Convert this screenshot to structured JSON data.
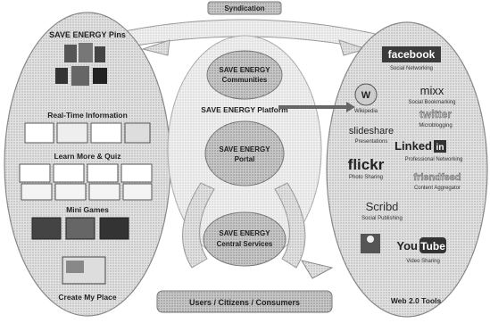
{
  "top_arc_label": "Syndication",
  "left_panel": {
    "pins_title": "SAVE ENERGY Pins",
    "realtime_title": "Real-Time Information",
    "learn_title": "Learn More & Quiz",
    "games_title": "Mini Games",
    "bottom_label": "Create My Place"
  },
  "center": {
    "communities_line1": "SAVE ENERGY",
    "communities_line2": "Communities",
    "platform_label": "SAVE ENERGY Platform",
    "portal_line1": "SAVE ENERGY",
    "portal_line2": "Portal",
    "services_line1": "SAVE ENERGY",
    "services_line2": "Central Services"
  },
  "bottom_bar": "Users / Citizens / Consumers",
  "right_panel": {
    "bottom_label": "Web 2.0 Tools",
    "facebook": {
      "logo": "facebook",
      "caption": "Social Networking"
    },
    "wikipedia": {
      "logo": "W",
      "caption": "Wikipedia"
    },
    "mixx": {
      "logo": "mixx",
      "caption": "Social Bookmarking"
    },
    "twitter": {
      "logo": "twitter",
      "caption": "Microblogging"
    },
    "slideshare": {
      "logo": "slideshare",
      "caption": "Presentations"
    },
    "linkedin": {
      "logo_a": "Linked",
      "logo_b": "in",
      "caption": "Professional Networking"
    },
    "flickr": {
      "logo": "flickr",
      "caption": "Photo Sharing"
    },
    "friendfeed": {
      "logo": "friendfeed",
      "caption": "Content Aggregator"
    },
    "scribd": {
      "logo": "Scribd",
      "caption": "Social Publishing"
    },
    "youtube": {
      "logo_a": "You",
      "logo_b": "Tube",
      "caption": "Video Sharing"
    }
  }
}
